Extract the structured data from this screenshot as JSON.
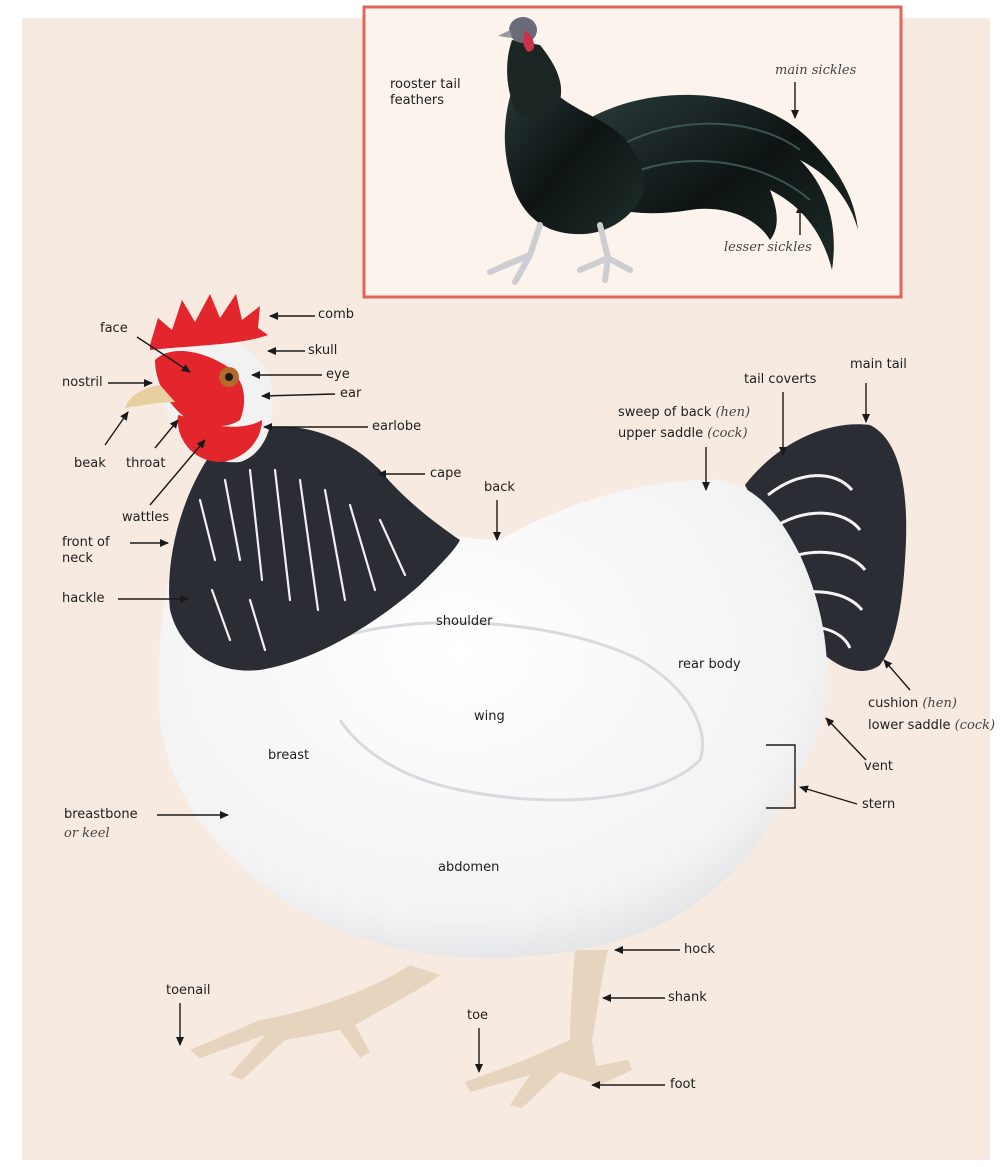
{
  "inset": {
    "title": "rooster tail feathers",
    "main_sickles": "main sickles",
    "lesser_sickles": "lesser sickles",
    "border_color": "#e0655a"
  },
  "colors": {
    "background": "#f7ebe1",
    "comb": "#e3262b",
    "body": "#ffffff",
    "hackle": "#2a2d33",
    "leg": "#e7d4bf"
  },
  "labels": {
    "comb": "comb",
    "face": "face",
    "skull": "skull",
    "nostril": "nostril",
    "eye": "eye",
    "ear": "ear",
    "beak": "beak",
    "throat": "throat",
    "earlobe": "earlobe",
    "wattles": "wattles",
    "cape": "cape",
    "front_of_neck": "front of neck",
    "hackle": "hackle",
    "back": "back",
    "tail_coverts": "tail coverts",
    "main_tail": "main tail",
    "sweep_of_back": "sweep of back",
    "sweep_of_back_note": "(hen)",
    "upper_saddle": "upper saddle",
    "upper_saddle_note": "(cock)",
    "shoulder": "shoulder",
    "rear_body": "rear body",
    "wing": "wing",
    "cushion": "cushion",
    "cushion_note": "(hen)",
    "lower_saddle": "lower saddle",
    "lower_saddle_note": "(cock)",
    "vent": "vent",
    "stern": "stern",
    "breast": "breast",
    "breastbone": "breastbone",
    "breastbone_note": "or keel",
    "abdomen": "abdomen",
    "hock": "hock",
    "shank": "shank",
    "toenail": "toenail",
    "toe": "toe",
    "foot": "foot"
  }
}
